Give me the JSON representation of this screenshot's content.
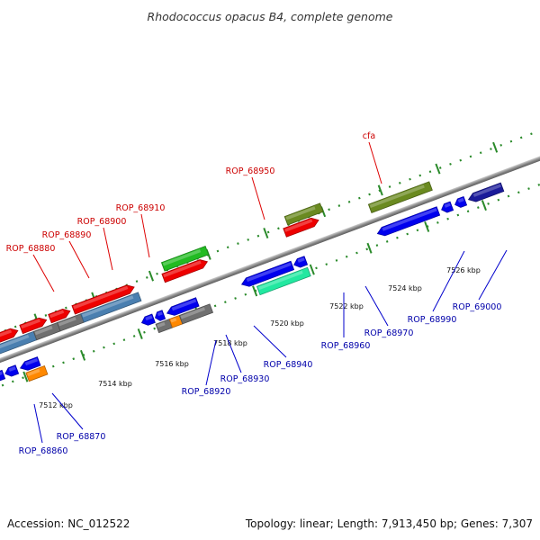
{
  "title": "Rhodococcus opacus B4, complete genome",
  "accession": "Accession: NC_012522",
  "summary": "Topology: linear; Length: 7,913,450 bp; Genes: 7,307",
  "colors": {
    "forward_label": "#cc0000",
    "reverse_label": "#0000aa",
    "backbone": "#8a8a8a",
    "dots": "#2a8a2a"
  },
  "ticks": [
    {
      "label": "7512 kbp"
    },
    {
      "label": "7514 kbp"
    },
    {
      "label": "7516 kbp"
    },
    {
      "label": "7518 kbp"
    },
    {
      "label": "7520 kbp"
    },
    {
      "label": "7522 kbp"
    },
    {
      "label": "7524 kbp"
    },
    {
      "label": "7526 kbp"
    }
  ],
  "forward_labels": [
    {
      "text": "ROP_68880"
    },
    {
      "text": "ROP_68890"
    },
    {
      "text": "ROP_68900"
    },
    {
      "text": "ROP_68910"
    },
    {
      "text": "ROP_68950"
    },
    {
      "text": "cfa"
    }
  ],
  "reverse_labels": [
    {
      "text": "ROP_68860"
    },
    {
      "text": "ROP_68870"
    },
    {
      "text": "ROP_68920"
    },
    {
      "text": "ROP_68930"
    },
    {
      "text": "ROP_68940"
    },
    {
      "text": "ROP_68960"
    },
    {
      "text": "ROP_68970"
    },
    {
      "text": "ROP_68990"
    },
    {
      "text": "ROP_69000"
    }
  ]
}
